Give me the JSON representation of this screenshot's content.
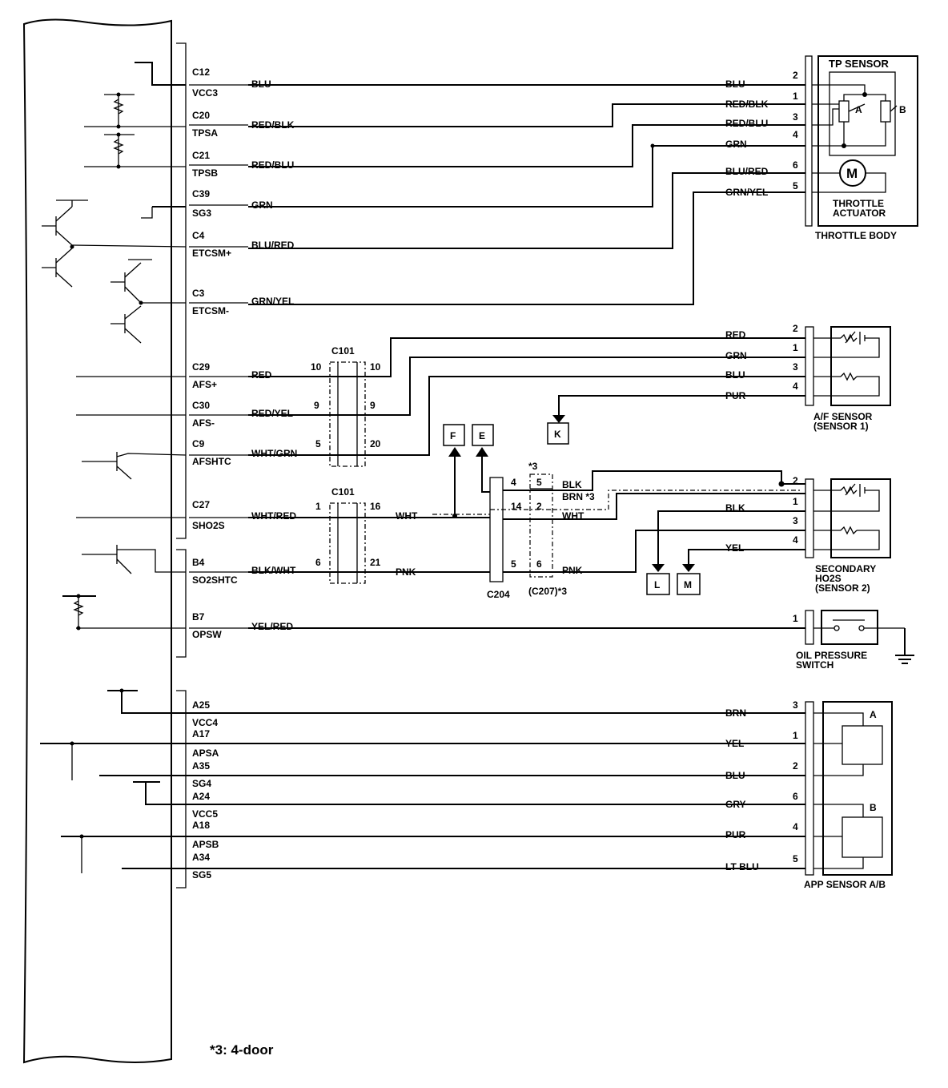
{
  "ecm_pins": [
    {
      "pin": "C12",
      "signal": "VCC3",
      "wire": "BLU"
    },
    {
      "pin": "C20",
      "signal": "TPSA",
      "wire": "RED/BLK"
    },
    {
      "pin": "C21",
      "signal": "TPSB",
      "wire": "RED/BLU"
    },
    {
      "pin": "C39",
      "signal": "SG3",
      "wire": "GRN"
    },
    {
      "pin": "C4",
      "signal": "ETCSM+",
      "wire": "BLU/RED"
    },
    {
      "pin": "C3",
      "signal": "ETCSM-",
      "wire": "GRN/YEL"
    },
    {
      "pin": "C29",
      "signal": "AFS+",
      "wire": "RED"
    },
    {
      "pin": "C30",
      "signal": "AFS-",
      "wire": "RED/YEL"
    },
    {
      "pin": "C9",
      "signal": "AFSHTC",
      "wire": "WHT/GRN"
    },
    {
      "pin": "C27",
      "signal": "SHO2S",
      "wire": "WHT/RED"
    },
    {
      "pin": "B4",
      "signal": "SO2SHTC",
      "wire": "BLK/WHT"
    },
    {
      "pin": "B7",
      "signal": "OPSW",
      "wire": "YEL/RED"
    },
    {
      "pin": "A25",
      "signal": "VCC4"
    },
    {
      "pin": "A17",
      "signal": "APSA"
    },
    {
      "pin": "A35",
      "signal": "SG4"
    },
    {
      "pin": "A24",
      "signal": "VCC5"
    },
    {
      "pin": "A18",
      "signal": "APSB"
    },
    {
      "pin": "A34",
      "signal": "SG5"
    }
  ],
  "throttle_body": {
    "title": "THROTTLE BODY",
    "tp_sensor": "TP SENSOR",
    "label_a": "A",
    "label_b": "B",
    "motor": "M",
    "actuator_line1": "THROTTLE",
    "actuator_line2": "ACTUATOR",
    "wires": [
      {
        "pin": "2",
        "color": "BLU"
      },
      {
        "pin": "1",
        "color": "RED/BLK"
      },
      {
        "pin": "3",
        "color": "RED/BLU"
      },
      {
        "pin": "4",
        "color": "GRN"
      },
      {
        "pin": "6",
        "color": "BLU/RED"
      },
      {
        "pin": "5",
        "color": "GRN/YEL"
      }
    ]
  },
  "af_sensor": {
    "title_line1": "A/F SENSOR",
    "title_line2": "(SENSOR 1)",
    "wires": [
      {
        "pin": "2",
        "color": "RED"
      },
      {
        "pin": "1",
        "color": "GRN"
      },
      {
        "pin": "3",
        "color": "BLU"
      },
      {
        "pin": "4",
        "color": "PUR"
      }
    ]
  },
  "secondary_ho2s": {
    "title_line1": "SECONDARY",
    "title_line2": "HO2S",
    "title_line3": "(SENSOR 2)",
    "wires": [
      {
        "pin": "2",
        "color": "BLK"
      },
      {
        "pin": "1",
        "color": "BLK"
      },
      {
        "pin": "3",
        "color": "YEL"
      },
      {
        "pin": "4",
        "color": "YEL"
      }
    ]
  },
  "oil_pressure_switch": {
    "title_line1": "OIL PRESSURE",
    "title_line2": "SWITCH",
    "pin": "1"
  },
  "app_sensor": {
    "title": "APP SENSOR A/B",
    "label_a": "A",
    "label_b": "B",
    "wires": [
      {
        "pin": "3",
        "color": "BRN"
      },
      {
        "pin": "1",
        "color": "YEL"
      },
      {
        "pin": "2",
        "color": "BLU"
      },
      {
        "pin": "6",
        "color": "GRY"
      },
      {
        "pin": "4",
        "color": "PUR"
      },
      {
        "pin": "5",
        "color": "LT BLU"
      }
    ]
  },
  "connectors": {
    "c101": "C101",
    "c101_pins_a": [
      {
        "left": "10",
        "right": "10"
      },
      {
        "left": "9",
        "right": "9"
      },
      {
        "left": "5",
        "right": "20"
      }
    ],
    "c101_pins_b": [
      {
        "left": "1",
        "right": "16"
      },
      {
        "left": "6",
        "right": "21"
      }
    ],
    "c204": "C204",
    "c207": "(C207)*3",
    "c204_pins": [
      "4",
      "14",
      "5"
    ],
    "c207_pins": [
      "5",
      "2",
      "6"
    ],
    "star3": "*3"
  },
  "mid_wires": {
    "wht": "WHT",
    "pnk": "PNK",
    "blk": "BLK",
    "brn3": "BRN *3",
    "wht_out": "WHT",
    "pnk_out": "PNK"
  },
  "refs": [
    "F",
    "E",
    "K",
    "L",
    "M"
  ],
  "footnote": "*3: 4-door"
}
